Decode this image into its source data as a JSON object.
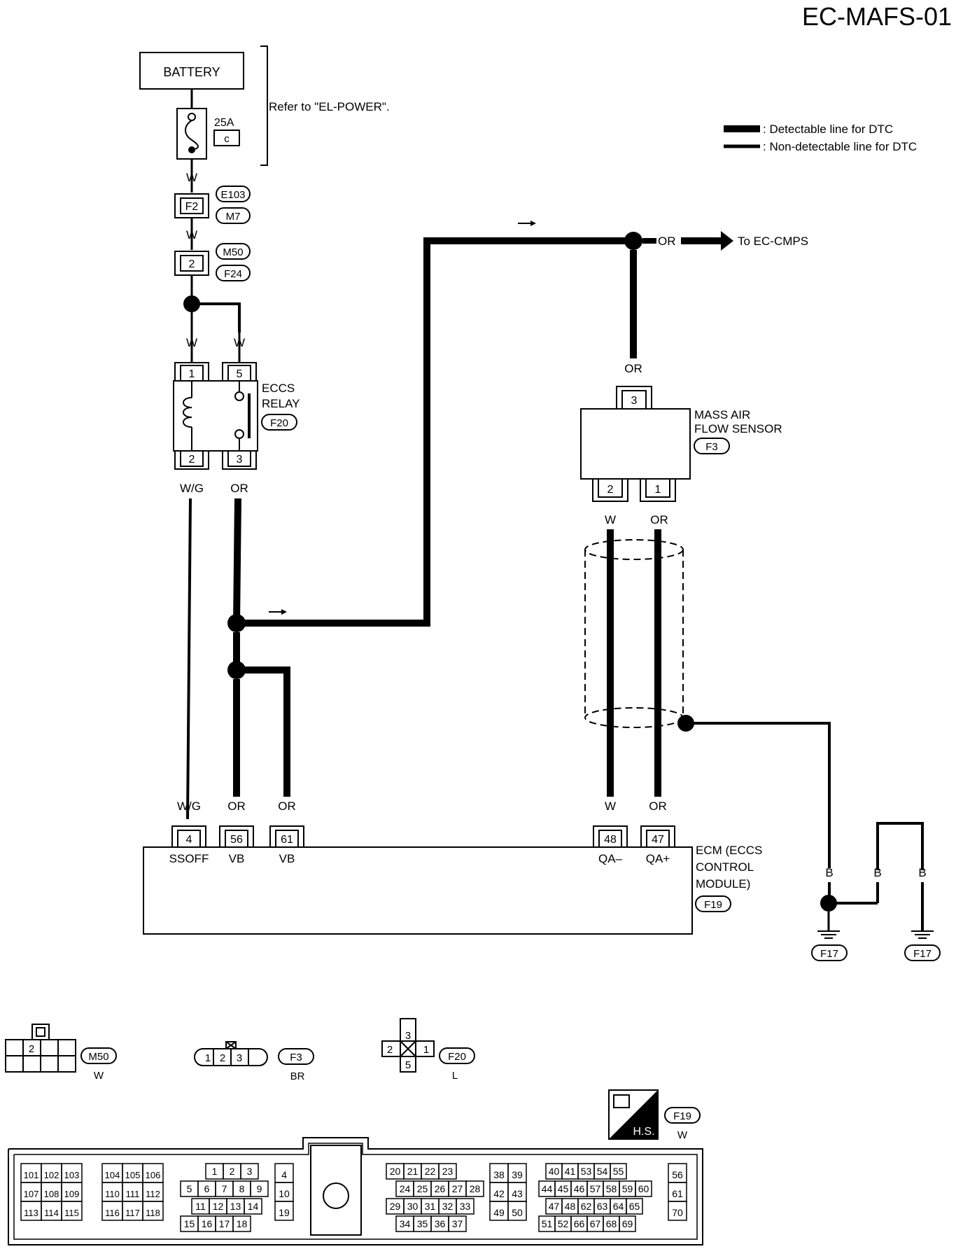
{
  "diagram_id": "EC-MAFS-01",
  "battery_label": "BATTERY",
  "refer_note": "Refer to \"EL-POWER\".",
  "fuse": {
    "rating": "25A",
    "code": "c"
  },
  "legend": {
    "detectable": ": Detectable line for DTC",
    "non_detectable": ": Non-detectable line for DTC"
  },
  "to_cmps": "To EC-CMPS",
  "wire_colors": {
    "battery_out": "W",
    "mid": "W",
    "relay_in_1": "W",
    "relay_in_5": "W",
    "relay_out_2": "W/G",
    "relay_out_3": "OR",
    "top_bus": "OR",
    "sensor_in": "OR",
    "sensor_out_2": "W",
    "sensor_out_1": "OR",
    "ecm_4": "W/G",
    "ecm_56": "OR",
    "ecm_61": "OR",
    "ecm_48": "W",
    "ecm_47": "OR",
    "ground_1": "B",
    "ground_2": "B",
    "ground_3": "B"
  },
  "connectors": {
    "c1": {
      "pin": "F2",
      "tags": [
        "E103",
        "M7"
      ]
    },
    "c2": {
      "pin": "2",
      "tags": [
        "M50",
        "F24"
      ]
    }
  },
  "relay": {
    "name_line1": "ECCS",
    "name_line2": "RELAY",
    "tag": "F20",
    "pins_top": [
      "1",
      "5"
    ],
    "pins_bottom": [
      "2",
      "3"
    ]
  },
  "sensor": {
    "name_line1": "MASS AIR",
    "name_line2": "FLOW SENSOR",
    "tag": "F3",
    "pin_top": "3",
    "pins_bottom": [
      "2",
      "1"
    ]
  },
  "ecm": {
    "name_line1": "ECM (ECCS",
    "name_line2": "CONTROL",
    "name_line3": "MODULE)",
    "tag": "F19",
    "pins": [
      {
        "num": "4",
        "label": "SSOFF"
      },
      {
        "num": "56",
        "label": "VB"
      },
      {
        "num": "61",
        "label": "VB"
      },
      {
        "num": "48",
        "label": "QA–"
      },
      {
        "num": "47",
        "label": "QA+"
      }
    ]
  },
  "grounds": [
    "F17",
    "F17"
  ],
  "connector_views": {
    "m50": {
      "tag": "M50",
      "color": "W",
      "pin": "2"
    },
    "f3": {
      "tag": "F3",
      "color": "BR",
      "pins": [
        "1",
        "2",
        "3"
      ]
    },
    "f20": {
      "tag": "F20",
      "color": "L",
      "pins": {
        "top": "3",
        "left": "2",
        "right": "1",
        "bottom": "5"
      }
    },
    "f19": {
      "tag": "F19",
      "color": "W",
      "hs_label": "H.S."
    }
  },
  "ecm_connector": {
    "g1": [
      [
        "101",
        "102",
        "103"
      ],
      [
        "107",
        "108",
        "109"
      ],
      [
        "113",
        "114",
        "115"
      ]
    ],
    "g2": [
      [
        "104",
        "105",
        "106"
      ],
      [
        "110",
        "111",
        "112"
      ],
      [
        "116",
        "117",
        "118"
      ]
    ],
    "g3": [
      [
        "1",
        "2",
        "3"
      ],
      [
        "5",
        "6",
        "7",
        "8",
        "9"
      ],
      [
        "11",
        "12",
        "13",
        "14"
      ],
      [
        "15",
        "16",
        "17",
        "18"
      ]
    ],
    "g4": [
      [
        "4"
      ],
      [
        "10"
      ],
      [
        "19"
      ]
    ],
    "g5": [
      [
        "20",
        "21",
        "22",
        "23"
      ],
      [
        "24",
        "25",
        "26",
        "27",
        "28"
      ],
      [
        "29",
        "30",
        "31",
        "32",
        "33"
      ],
      [
        "34",
        "35",
        "36",
        "37"
      ]
    ],
    "g6": [
      [
        "38",
        "39"
      ],
      [
        "42",
        "43"
      ],
      [
        "49",
        "50"
      ]
    ],
    "g7": [
      [
        "40",
        "41",
        "53",
        "54",
        "55"
      ],
      [
        "44",
        "45",
        "46",
        "57",
        "58",
        "59",
        "60"
      ],
      [
        "47",
        "48",
        "62",
        "63",
        "64",
        "65"
      ],
      [
        "51",
        "52",
        "66",
        "67",
        "68",
        "69"
      ]
    ],
    "g8": [
      [
        "56"
      ],
      [
        "61"
      ],
      [
        "70"
      ]
    ]
  }
}
